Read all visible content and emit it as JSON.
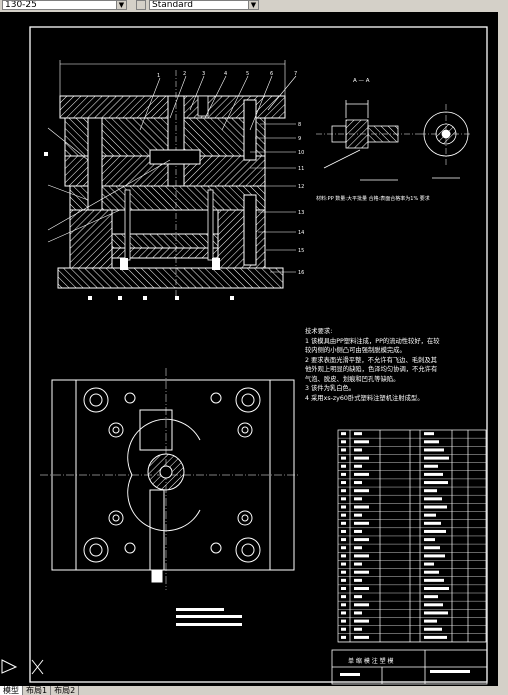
{
  "toolbar": {
    "scale_combo_value": "130-25",
    "style_combo_value": "Standard"
  },
  "drawing": {
    "section_label": "A — A",
    "part_note": "材料:PP  数量:大平批量  合格:表面合格率为1%  要求",
    "callouts_right": [
      "8",
      "9",
      "10",
      "11",
      "12",
      "13",
      "14",
      "15",
      "16"
    ],
    "callouts_top": [
      "1",
      "2",
      "3",
      "4",
      "5",
      "6",
      "7"
    ],
    "tech_title": "技术要求:",
    "tech_lines": [
      "1 该模具由PP塑料注成，PP的流动性较好，在较",
      "较内侧的小侧凸可由强制脱模完成。",
      "2 要求表面光滑平整，不允许有飞边、毛刺及其",
      "他外观上明显的缺陷，色泽均匀协调，不允许有",
      "气泡、脱皮、划痕和凹孔等缺陷。",
      "3 该件为乳白色。",
      "4 采用xs-zy60卧式塑料注塑机注射成型。"
    ],
    "title_block_label": "单 缩 模 注 塑 模"
  },
  "status": {
    "model_tab": "模型",
    "layout1_tab": "布局1",
    "layout2_tab": "布局2"
  }
}
